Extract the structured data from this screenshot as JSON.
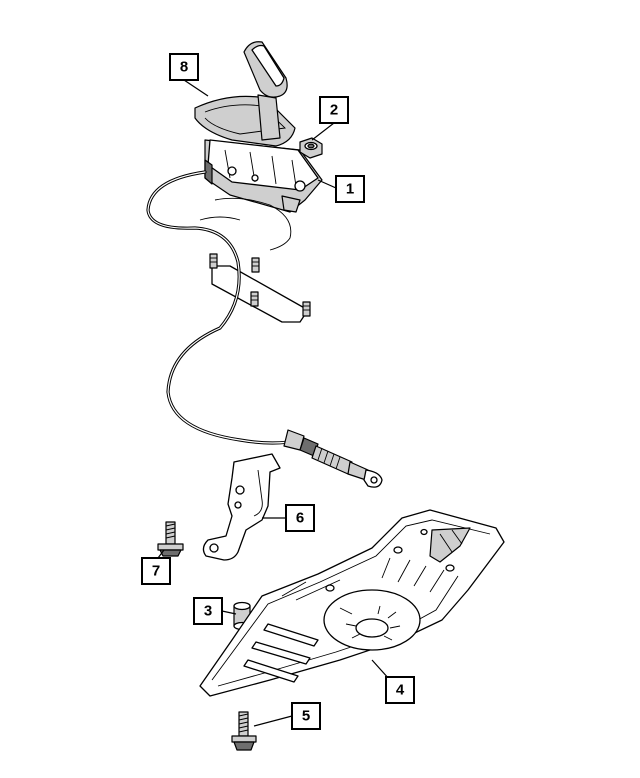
{
  "callouts": [
    {
      "id": "8",
      "label": "8"
    },
    {
      "id": "2",
      "label": "2"
    },
    {
      "id": "1",
      "label": "1"
    },
    {
      "id": "6",
      "label": "6"
    },
    {
      "id": "7",
      "label": "7"
    },
    {
      "id": "3",
      "label": "3"
    },
    {
      "id": "4",
      "label": "4"
    },
    {
      "id": "5",
      "label": "5"
    }
  ],
  "colors": {
    "line": "#000000",
    "background": "#ffffff",
    "shade": "#cfcfcf"
  }
}
